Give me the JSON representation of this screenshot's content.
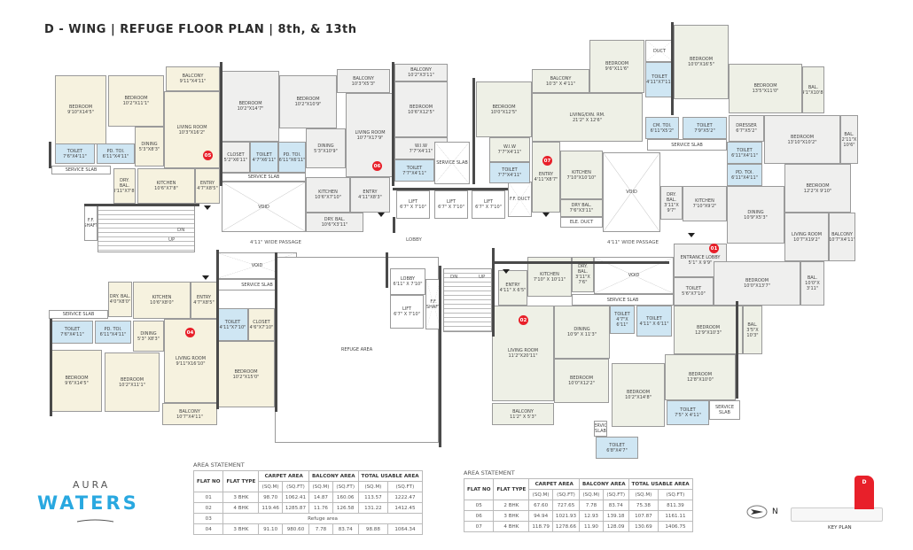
{
  "title": "D - WING | REFUGE FLOOR PLAN | 8th, & 13th",
  "flats": [
    "05",
    "06",
    "07",
    "01",
    "02",
    "04"
  ],
  "labels": {
    "lobby": "LOBBY",
    "passage": "4'11\" WIDE PASSAGE",
    "dn": "DN",
    "up": "UP"
  },
  "rooms": [
    {
      "n": "Bedroom",
      "d": "9'10\"X14'5\""
    },
    {
      "n": "Bedroom",
      "d": "10'2\"X11'1\""
    },
    {
      "n": "Balcony",
      "d": "9'11\"X4'11\""
    },
    {
      "n": "Living Room",
      "d": "10'3\"X16'2\""
    },
    {
      "n": "Dining",
      "d": "5'3\"X8'3\""
    },
    {
      "n": "Toilet",
      "d": "7'6\"X4'11\""
    },
    {
      "n": "Pd. Toi.",
      "d": "6'11\"X4'11\""
    },
    {
      "n": "Service Slab",
      "d": ""
    },
    {
      "n": "Dry. Bal.",
      "d": "3'11\"X7'8\""
    },
    {
      "n": "Kitchen",
      "d": "10'6\"X7'8\""
    },
    {
      "n": "Entry",
      "d": "4'7\"X8'5\""
    },
    {
      "n": "Bedroom",
      "d": "10'2\"X14'7\""
    },
    {
      "n": "Bedroom",
      "d": "10'2\"X10'9\""
    },
    {
      "n": "Balcony",
      "d": "10'3\"X5'3\""
    },
    {
      "n": "Balcony",
      "d": "10'2\"X3'11\""
    },
    {
      "n": "Bedroom",
      "d": "10'6\"X12'5\""
    },
    {
      "n": "Living Room",
      "d": "10'7\"X17'9\""
    },
    {
      "n": "Dining",
      "d": "5'3\"X10'9\""
    },
    {
      "n": "W.I.W",
      "d": "7'7\"X4'11\""
    },
    {
      "n": "Toilet",
      "d": "7'7\"X4'11\""
    },
    {
      "n": "Closet",
      "d": "5'2\"X6'11\""
    },
    {
      "n": "Toilet",
      "d": "4'7\"X6'11\""
    },
    {
      "n": "Pd. Toi.",
      "d": "6'11\"X6'11\""
    },
    {
      "n": "Service Slab",
      "d": ""
    },
    {
      "n": "Void",
      "d": ""
    },
    {
      "n": "Kitchen",
      "d": "10'6\"X7'10\""
    },
    {
      "n": "Entry",
      "d": "4'11\"X8'3\""
    },
    {
      "n": "Dry. Bal.",
      "d": "10'6\"X3'11\""
    },
    {
      "n": "Service Slab",
      "d": ""
    },
    {
      "n": "Lift",
      "d": "6'7\" X 7'10\""
    },
    {
      "n": "Lift",
      "d": "6'7\" X 7'10\""
    },
    {
      "n": "Lift",
      "d": "6'7\" X 7'10\""
    },
    {
      "n": "F.F. Duct",
      "d": ""
    },
    {
      "n": "Bedroom",
      "d": "10'0\"X12'5\""
    },
    {
      "n": "Balcony",
      "d": "10'3\" X 4'11\""
    },
    {
      "n": "Bedroom",
      "d": "9'6\"X11'6\""
    },
    {
      "n": "Duct",
      "d": ""
    },
    {
      "n": "Toilet",
      "d": "4'11\"X7'11\""
    },
    {
      "n": "Living/Din. Rm.",
      "d": "21'2\" X 12'6\""
    },
    {
      "n": "W.I.W",
      "d": "7'7\"X4'11\""
    },
    {
      "n": "Toilet",
      "d": "7'7\"X4'11\""
    },
    {
      "n": "Entry",
      "d": "4'11\"X8'7\""
    },
    {
      "n": "Kitchen",
      "d": "7'10\"X10'10\""
    },
    {
      "n": "Dry Bal.",
      "d": "7'6\"X3'11\""
    },
    {
      "n": "Ele. Duct",
      "d": ""
    },
    {
      "n": "CM. Toi.",
      "d": "6'11\"X5'2\""
    },
    {
      "n": "Void",
      "d": ""
    },
    {
      "n": "Bedroom",
      "d": "10'0\"X16'5\""
    },
    {
      "n": "Bedroom",
      "d": "13'5\"X11'0\""
    },
    {
      "n": "Bal.",
      "d": "4'1\"X10'8\""
    },
    {
      "n": "Toilet",
      "d": "7'9\"X5'2\""
    },
    {
      "n": "Service Slab",
      "d": ""
    },
    {
      "n": "Dresser",
      "d": "6'7\"X5'2\""
    },
    {
      "n": "Bedroom",
      "d": "13'10\"X10'2\""
    },
    {
      "n": "Bal.",
      "d": "2'11\"X 10'6\""
    },
    {
      "n": "Toilet",
      "d": "6'11\"X4'11\""
    },
    {
      "n": "Pd. Toi.",
      "d": "6'11\"X4'11\""
    },
    {
      "n": "Bedroom",
      "d": "12'2\"X 9'10\""
    },
    {
      "n": "Dry. Bal.",
      "d": "3'11\"X 9'7\""
    },
    {
      "n": "Kitchen",
      "d": "7'10\"X9'2\""
    },
    {
      "n": "Dining",
      "d": "10'9\"X5'3\""
    },
    {
      "n": "Living Room",
      "d": "10'7\"X19'2\""
    },
    {
      "n": "Balcony",
      "d": "10'7\"X4'11\""
    },
    {
      "n": "Entrance Lobby",
      "d": "5'1\" X 9'9\""
    },
    {
      "n": "Toilet",
      "d": "5'6\"X7'10\""
    },
    {
      "n": "Bedroom",
      "d": "10'0\"X13'7\""
    },
    {
      "n": "Bal.",
      "d": "10'0\"X 3'11\""
    },
    {
      "n": "Kitchen",
      "d": "7'10\" X 10'11\""
    },
    {
      "n": "Dry. Bal.",
      "d": "3'11\"X 7'6\""
    },
    {
      "n": "Void",
      "d": ""
    },
    {
      "n": "Service Slab",
      "d": ""
    },
    {
      "n": "Entry",
      "d": "4'11\" X 6'5\""
    },
    {
      "n": "Living Room",
      "d": "11'2\"X20'11\""
    },
    {
      "n": "Dining",
      "d": "10'9\" X 11'3\""
    },
    {
      "n": "Toilet",
      "d": "4'7\"X 6'11\""
    },
    {
      "n": "Toilet",
      "d": "4'11\" X 6'11\""
    },
    {
      "n": "Bedroom",
      "d": "12'9\"X10'3\""
    },
    {
      "n": "Bal.",
      "d": "3'5\"X 10'3\""
    },
    {
      "n": "Bedroom",
      "d": "10'0\"X12'2\""
    },
    {
      "n": "Bedroom",
      "d": "10'2\"X14'8\""
    },
    {
      "n": "Bedroom",
      "d": "12'8\"X10'0\""
    },
    {
      "n": "Toilet",
      "d": "7'5\" X 4'11\""
    },
    {
      "n": "Service Slab",
      "d": ""
    },
    {
      "n": "Balcony",
      "d": "11'2\" X 5'3\""
    },
    {
      "n": "Service Slab",
      "d": ""
    },
    {
      "n": "Toilet",
      "d": "6'8\"X4'7\""
    },
    {
      "n": "Void",
      "d": ""
    },
    {
      "n": "Service Slab",
      "d": ""
    },
    {
      "n": "Dry. Bal.",
      "d": "4'0\"X8'0\""
    },
    {
      "n": "Kitchen",
      "d": "10'6\"X8'0\""
    },
    {
      "n": "Entry",
      "d": "4'7\"X8'5\""
    },
    {
      "n": "Service Slab",
      "d": ""
    },
    {
      "n": "Toilet",
      "d": "7'6\"X4'11\""
    },
    {
      "n": "Pd. Toi.",
      "d": "6'11\"X4'11\""
    },
    {
      "n": "Dining",
      "d": "5'3\" X8'3\""
    },
    {
      "n": "Living Room",
      "d": "9'11\"X16'10\""
    },
    {
      "n": "Toilet",
      "d": "4'11\"X7'10\""
    },
    {
      "n": "Closet",
      "d": "4'6\"X7'10\""
    },
    {
      "n": "Bedroom",
      "d": "10'2\"X15'0\""
    },
    {
      "n": "Bedroom",
      "d": "9'6\"X14'5\""
    },
    {
      "n": "Bedroom",
      "d": "10'2\"X11'1\""
    },
    {
      "n": "Balcony",
      "d": "10'7\"X4'11\""
    },
    {
      "n": "Refuge Area",
      "d": ""
    },
    {
      "n": "Lobby",
      "d": "6'11\" X 7'10\""
    },
    {
      "n": "Lift",
      "d": "6'7\" X 7'10\""
    },
    {
      "n": "F.F. Shaft",
      "d": ""
    },
    {
      "n": "",
      "d": ""
    },
    {
      "n": "",
      "d": ""
    },
    {
      "n": "F.F. Shaft",
      "d": ""
    }
  ],
  "area_tables": [
    {
      "heading": "AREA STATEMENT",
      "headers": [
        "FLAT NO",
        "FLAT TYPE",
        "CARPET AREA",
        "BALCONY AREA",
        "TOTAL USABLE AREA"
      ],
      "units": [
        "(SQ.M)",
        "(SQ.FT)",
        "(SQ.M)",
        "(SQ.FT)",
        "(SQ.M)",
        "(SQ.FT)"
      ],
      "rows": [
        [
          "01",
          "3 BHK",
          "98.70",
          "1062.41",
          "14.87",
          "160.06",
          "113.57",
          "1222.47"
        ],
        [
          "02",
          "4 BHK",
          "119.46",
          "1285.87",
          "11.76",
          "126.58",
          "131.22",
          "1412.45"
        ],
        [
          "03",
          "Refuge area"
        ],
        [
          "04",
          "3 BHK",
          "91.10",
          "980.60",
          "7.78",
          "83.74",
          "98.88",
          "1064.34"
        ]
      ]
    },
    {
      "heading": "AREA STATEMENT",
      "headers": [
        "FLAT NO",
        "FLAT TYPE",
        "CARPET AREA",
        "BALCONY AREA",
        "TOTAL USABLE AREA"
      ],
      "units": [
        "(SQ.M)",
        "(SQ.FT)",
        "(SQ.M)",
        "(SQ.FT)",
        "(SQ.M)",
        "(SQ.FT)"
      ],
      "rows": [
        [
          "05",
          "2 BHK",
          "67.60",
          "727.65",
          "7.78",
          "83.74",
          "75.38",
          "811.39"
        ],
        [
          "06",
          "3 BHK",
          "94.94",
          "1021.93",
          "12.93",
          "139.18",
          "107.87",
          "1161.11"
        ],
        [
          "07",
          "4 BHK",
          "118.79",
          "1278.66",
          "11.90",
          "128.09",
          "130.69",
          "1406.75"
        ]
      ]
    }
  ],
  "logo": {
    "line1": "AURA",
    "line2": "WATERS",
    "color": "#29a8e0"
  },
  "key_plan": {
    "label": "KEY PLAN",
    "wing": "D",
    "north": "N",
    "highlight": "#e8202a"
  }
}
